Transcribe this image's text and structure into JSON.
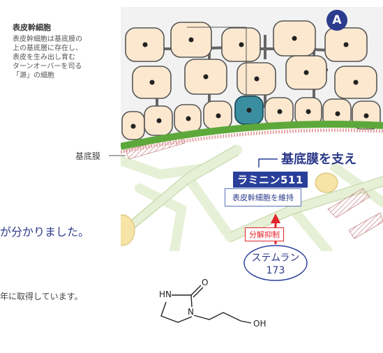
{
  "badge": "A",
  "stem_cell": {
    "title": "表皮幹細胞",
    "description_lines": [
      "表皮幹細胞は基底膜の",
      "上の基底層に存在し、",
      "表皮を生み出し育む",
      "ターンオーバーを司る",
      "「源」の細胞"
    ]
  },
  "basement_membrane_label": "基底膜",
  "support_text": "基底膜を支え",
  "laminin_label": "ラミニン511",
  "maintain_label": "表皮幹細胞を維持",
  "inhibit_label": "分解抑制",
  "stemulan": {
    "line1": "ステムラン",
    "line2": "173"
  },
  "side_text_1": "が分かりました。",
  "side_text_2": "年に取得しています。",
  "chem": {
    "nh": "HN",
    "o": "O",
    "n": "N",
    "oh": "OH"
  },
  "colors": {
    "cell_fill": "#fbe8cf",
    "stem_cell_fill": "#3a8ea0",
    "membrane": "#5da83a",
    "matrix": "#e6f0d6",
    "navy": "#2a3f9a",
    "red": "#e2242b"
  }
}
